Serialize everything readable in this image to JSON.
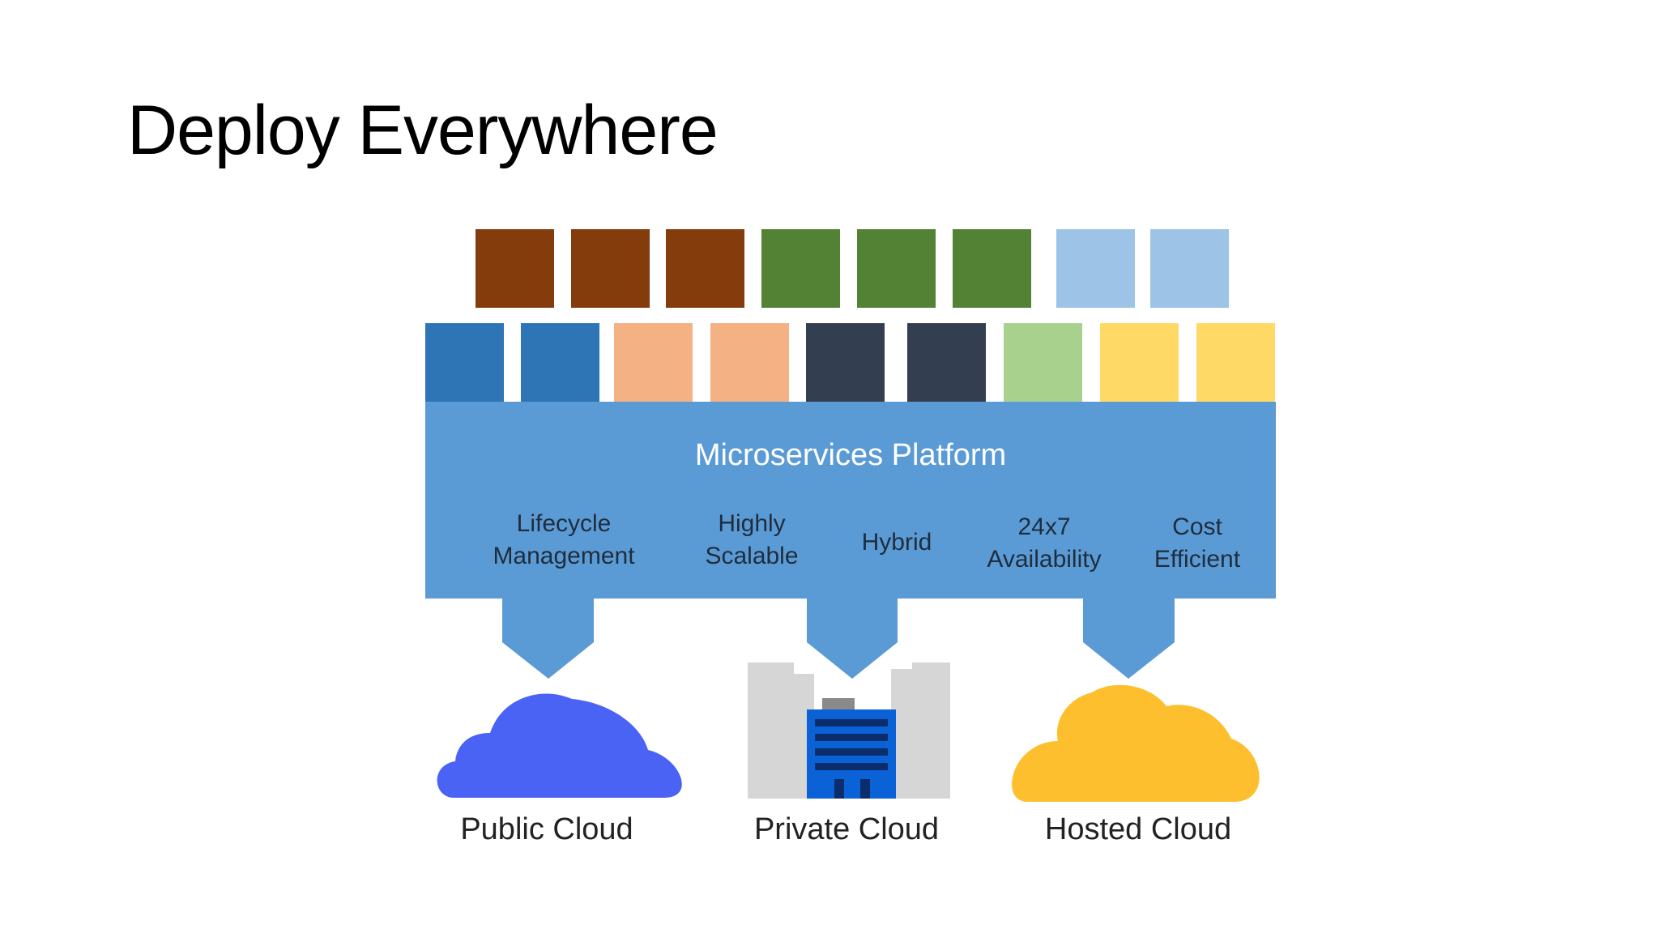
{
  "slide": {
    "title": "Deploy Everywhere"
  },
  "platform": {
    "title": "Microservices Platform",
    "color": "#5b9bd5",
    "features": [
      {
        "line1": "Lifecycle",
        "line2": "Management"
      },
      {
        "line1": "Highly",
        "line2": "Scalable"
      },
      {
        "line1": "Hybrid",
        "line2": ""
      },
      {
        "line1": "24x7",
        "line2": "Availability"
      },
      {
        "line1": "Cost",
        "line2": "Efficient"
      }
    ]
  },
  "service_blocks": {
    "top_row_colors": [
      "#843c0c",
      "#843c0c",
      "#843c0c",
      "#548235",
      "#548235",
      "#548235",
      "#9dc3e6",
      "#9dc3e6"
    ],
    "bottom_row_colors": [
      "#2e75b6",
      "#2e75b6",
      "#f4b183",
      "#f4b183",
      "#333f50",
      "#333f50",
      "#a9d18e",
      "#ffd966",
      "#ffd966"
    ]
  },
  "targets": [
    {
      "label": "Public Cloud",
      "icon": "cloud-icon",
      "color": "#4a63f5"
    },
    {
      "label": "Private Cloud",
      "icon": "building-icon",
      "color": "#0a62d6"
    },
    {
      "label": "Hosted Cloud",
      "icon": "cloud-icon",
      "color": "#fdbf2d"
    }
  ]
}
